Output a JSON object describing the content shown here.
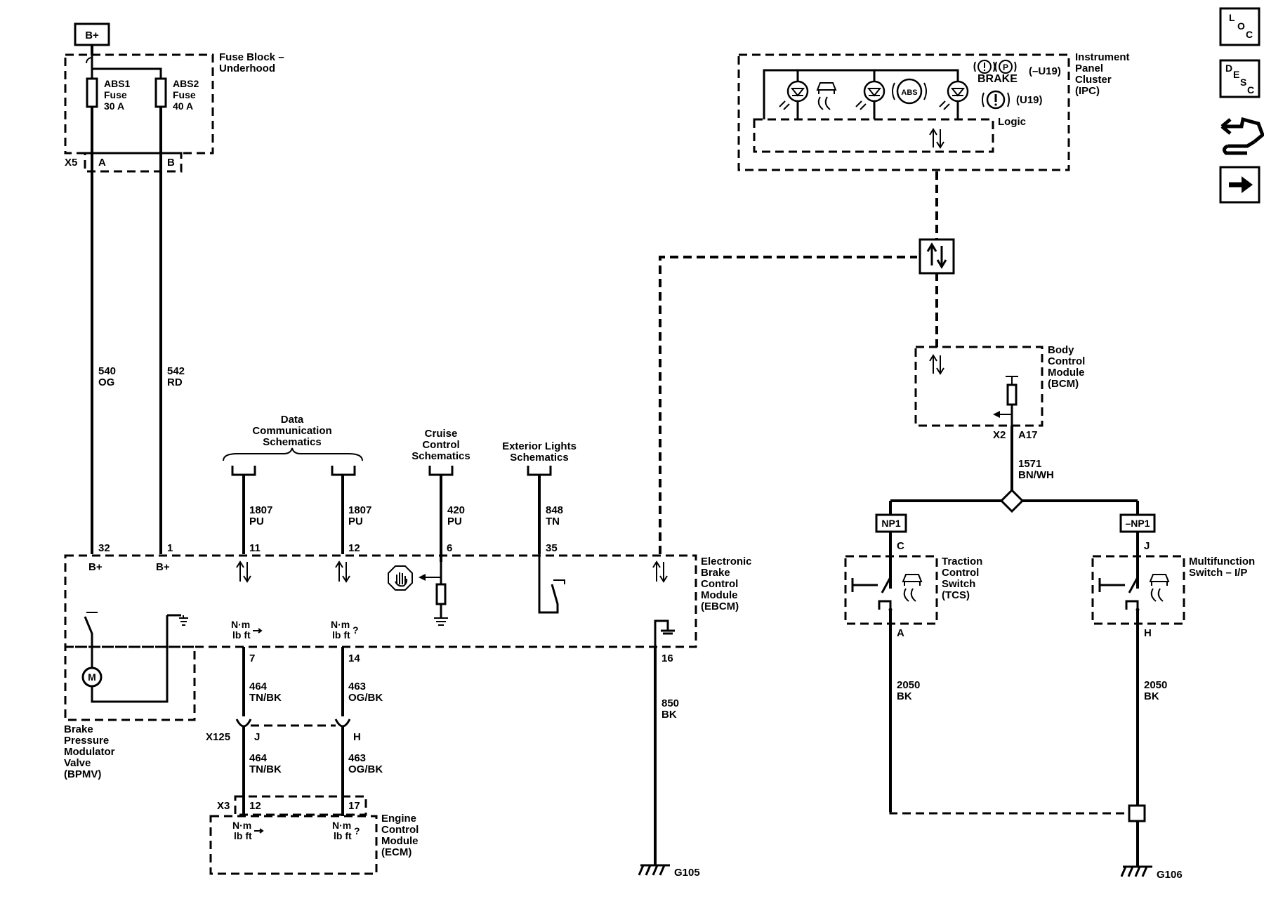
{
  "power": {
    "label": "B+"
  },
  "fuse_block": {
    "label_line1": "Fuse Block –",
    "label_line2": "Underhood",
    "fuse1": {
      "name": "ABS1",
      "word": "Fuse",
      "rating": "30 A"
    },
    "fuse2": {
      "name": "ABS2",
      "word": "Fuse",
      "rating": "40 A"
    },
    "connector": "X5",
    "pin_a": "A",
    "pin_b": "B"
  },
  "wires": {
    "w540": {
      "num": "540",
      "color": "OG"
    },
    "w542": {
      "num": "542",
      "color": "RD"
    },
    "w1807a": {
      "num": "1807",
      "color": "PU"
    },
    "w1807b": {
      "num": "1807",
      "color": "PU"
    },
    "w420": {
      "num": "420",
      "color": "PU"
    },
    "w848": {
      "num": "848",
      "color": "TN"
    },
    "w464a": {
      "num": "464",
      "color": "TN/BK"
    },
    "w463a": {
      "num": "463",
      "color": "OG/BK"
    },
    "w464b": {
      "num": "464",
      "color": "TN/BK"
    },
    "w463b": {
      "num": "463",
      "color": "OG/BK"
    },
    "w850": {
      "num": "850",
      "color": "BK"
    },
    "w1571": {
      "num": "1571",
      "color": "BN/WH"
    },
    "w2050a": {
      "num": "2050",
      "color": "BK"
    },
    "w2050b": {
      "num": "2050",
      "color": "BK"
    }
  },
  "references": {
    "data_comm": [
      "Data",
      "Communication",
      "Schematics"
    ],
    "cruise": [
      "Cruise",
      "Control",
      "Schematics"
    ],
    "exterior": [
      "Exterior Lights",
      "Schematics"
    ]
  },
  "ebcm": {
    "label": [
      "Electronic",
      "Brake",
      "Control",
      "Module",
      "(EBCM)"
    ],
    "pins": {
      "p32": "32",
      "p1": "1",
      "p11": "11",
      "p12": "12",
      "p6": "6",
      "p35": "35",
      "p7": "7",
      "p14": "14",
      "p16": "16"
    },
    "bplus": "B+",
    "torque_top": "N·m",
    "torque_bottom": "lb ft",
    "question": "?"
  },
  "bpmv": {
    "label": [
      "Brake",
      "Pressure",
      "Modulator",
      "Valve",
      "(BPMV)"
    ],
    "motor": "M"
  },
  "x125": {
    "connector": "X125",
    "pin_j": "J",
    "pin_h": "H"
  },
  "ecm": {
    "label": [
      "Engine",
      "Control",
      "Module",
      "(ECM)"
    ],
    "connector": "X3",
    "pin_12": "12",
    "pin_17": "17"
  },
  "grounds": {
    "g105": "G105",
    "g106": "G106"
  },
  "ipc": {
    "label": [
      "Instrument",
      "Panel",
      "Cluster",
      "(IPC)"
    ],
    "brake_word": "BRAKE",
    "option1": "(–U19)",
    "option2": "(U19)",
    "logic": "Logic",
    "abs": "ABS",
    "park": "P"
  },
  "bcm": {
    "label": [
      "Body",
      "Control",
      "Module",
      "(BCM)"
    ],
    "connector": "X2",
    "pin": "A17"
  },
  "tcs": {
    "label": [
      "Traction",
      "Control",
      "Switch",
      "(TCS)"
    ],
    "option": "NP1",
    "pin_c": "C",
    "pin_a": "A"
  },
  "mfs": {
    "label": [
      "Multifunction",
      "Switch – I/P"
    ],
    "option": "–NP1",
    "pin_j": "J",
    "pin_h": "H"
  },
  "nav": {
    "loc": {
      "l1": "L",
      "l2": "O",
      "l3": "C"
    },
    "desc": {
      "l1": "D",
      "l2": "E",
      "l3": "S",
      "l4": "C"
    }
  }
}
